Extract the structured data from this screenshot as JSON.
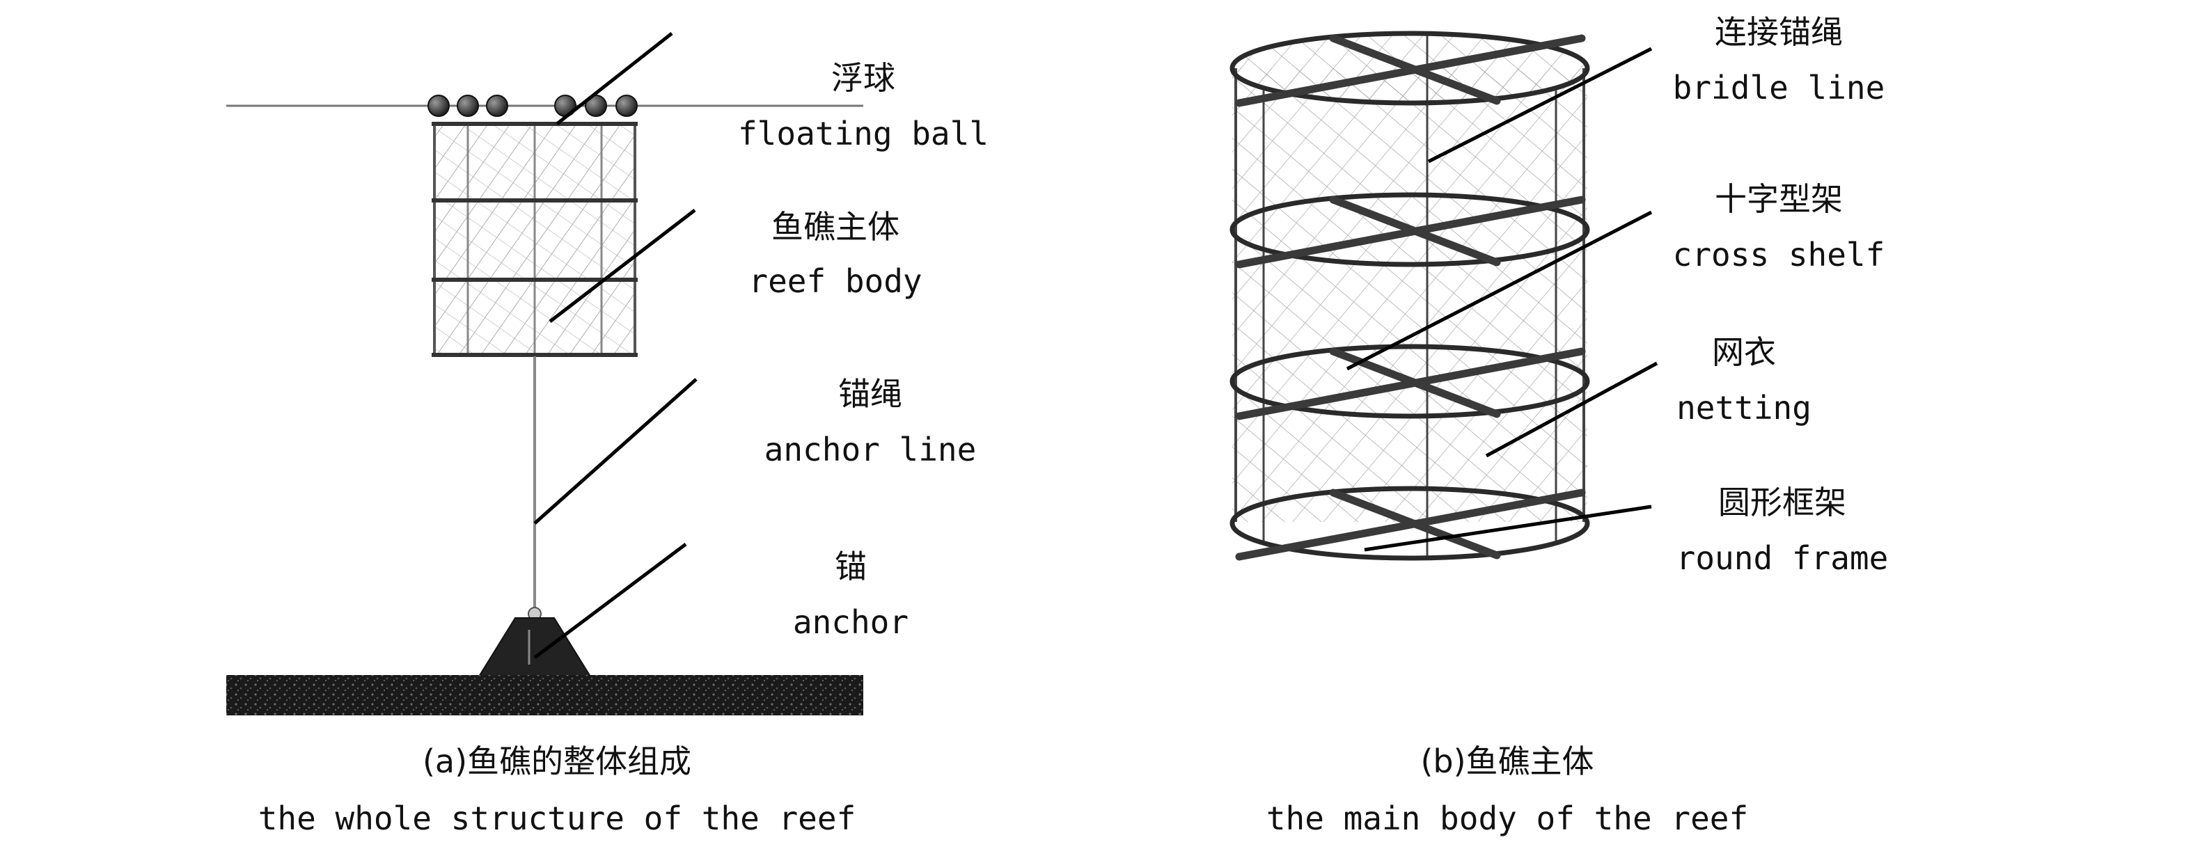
{
  "panel_a": {
    "labels": {
      "floating_ball_cn": "浮球",
      "floating_ball_en": "floating ball",
      "reef_body_cn": "鱼礁主体",
      "reef_body_en": "reef body",
      "anchor_line_cn": "锚绳",
      "anchor_line_en": "anchor line",
      "anchor_cn": "锚",
      "anchor_en": "anchor"
    },
    "caption_cn": "(a)鱼礁的整体组成",
    "caption_en": "the whole structure of the reef"
  },
  "panel_b": {
    "labels": {
      "bridle_line_cn": "连接锚绳",
      "bridle_line_en": "bridle line",
      "cross_shelf_cn": "十字型架",
      "cross_shelf_en": "cross shelf",
      "netting_cn": "网衣",
      "netting_en": "netting",
      "round_frame_cn": "圆形框架",
      "round_frame_en": "round frame"
    },
    "caption_cn": "(b)鱼礁主体",
    "caption_en": "the main body of the reef"
  },
  "colors": {
    "line": "#000000",
    "frame": "#2a2a2a",
    "netting": "#9a9a9a",
    "seabed": "#1a1a1a",
    "anchor": "#222222",
    "float": "#333333"
  }
}
